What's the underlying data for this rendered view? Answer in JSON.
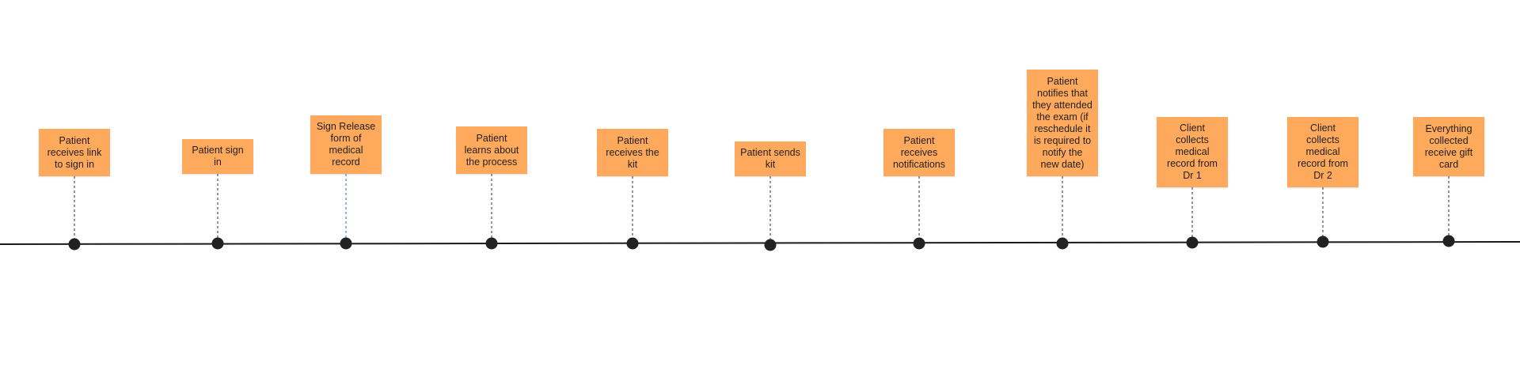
{
  "colors": {
    "sticky_fill": "#ffa95c",
    "sticky_text": "#1f1f1f",
    "timeline_line": "#1a1a1a",
    "milestone_dot": "#222222",
    "connector_dashed": "#555555",
    "connector_highlight": "#4a7de0"
  },
  "steps": [
    {
      "label": "Patient receives link to sign in"
    },
    {
      "label": "Patient sign in"
    },
    {
      "label": "Sign Release form of medical record",
      "connector": "highlight"
    },
    {
      "label": "Patient learns about the process"
    },
    {
      "label": "Patient receives the kit"
    },
    {
      "label": "Patient sends kit"
    },
    {
      "label": "Patient receives notifications"
    },
    {
      "label": "Patient notifies that they attended the exam (if reschedule it is required to notify the new date)"
    },
    {
      "label": "Client collects medical record from Dr 1"
    },
    {
      "label": "Client collects medical record from Dr 2"
    },
    {
      "label": "Everything collected receive gift card"
    }
  ]
}
